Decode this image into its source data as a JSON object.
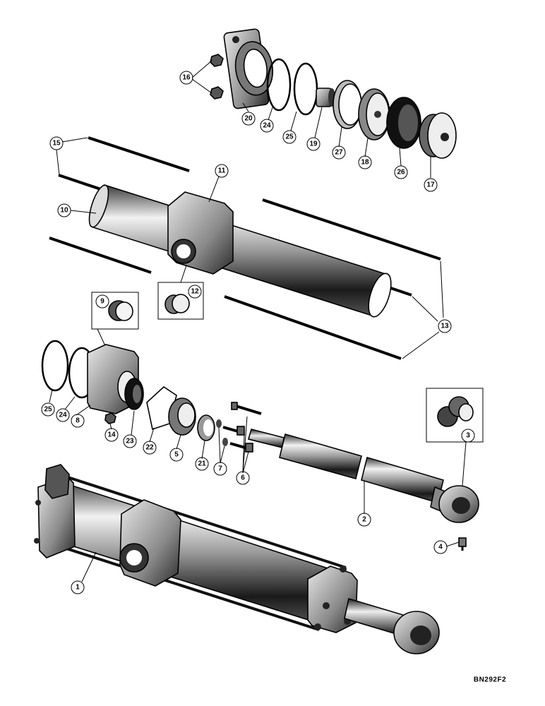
{
  "diagram": {
    "drawing_code": "BN292F2",
    "callouts": [
      {
        "id": "c1",
        "label": "1"
      },
      {
        "id": "c2",
        "label": "2"
      },
      {
        "id": "c3",
        "label": "3"
      },
      {
        "id": "c4",
        "label": "4"
      },
      {
        "id": "c5",
        "label": "5"
      },
      {
        "id": "c6",
        "label": "6"
      },
      {
        "id": "c7",
        "label": "7"
      },
      {
        "id": "c8",
        "label": "8"
      },
      {
        "id": "c9",
        "label": "9"
      },
      {
        "id": "c10",
        "label": "10"
      },
      {
        "id": "c11",
        "label": "11"
      },
      {
        "id": "c12",
        "label": "12"
      },
      {
        "id": "c13",
        "label": "13"
      },
      {
        "id": "c14",
        "label": "14"
      },
      {
        "id": "c15",
        "label": "15"
      },
      {
        "id": "c16",
        "label": "16"
      },
      {
        "id": "c17",
        "label": "17"
      },
      {
        "id": "c18",
        "label": "18"
      },
      {
        "id": "c19",
        "label": "19"
      },
      {
        "id": "c20",
        "label": "20"
      },
      {
        "id": "c21",
        "label": "21"
      },
      {
        "id": "c22",
        "label": "22"
      },
      {
        "id": "c23",
        "label": "23"
      },
      {
        "id": "c24a",
        "label": "24"
      },
      {
        "id": "c24b",
        "label": "24"
      },
      {
        "id": "c25a",
        "label": "25"
      },
      {
        "id": "c25b",
        "label": "25"
      },
      {
        "id": "c26",
        "label": "26"
      },
      {
        "id": "c27",
        "label": "27"
      }
    ]
  }
}
